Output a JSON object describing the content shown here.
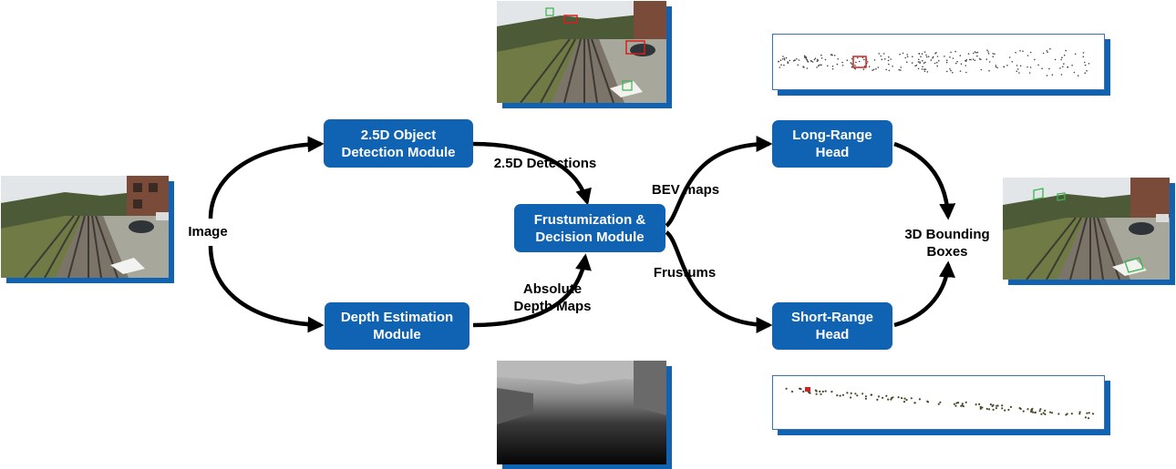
{
  "modules": {
    "object_detection": "2.5D Object\nDetection Module",
    "depth_estimation": "Depth Estimation\nModule",
    "frustumization": "Frustumization &\nDecision Module",
    "long_range_head": "Long-Range\nHead",
    "short_range_head": "Short-Range\nHead"
  },
  "labels": {
    "image": "Image",
    "detections": "2.5D Detections",
    "depth_maps": "Absolute\nDepth Maps",
    "bev_maps": "BEV maps",
    "frustums": "Frustums",
    "bounding_boxes": "3D Bounding\nBoxes"
  },
  "colors": {
    "module_fill": "#0f63b2",
    "shadow": "#0f63b2",
    "arrow": "#000000",
    "detection_box": "#d42020"
  },
  "images": {
    "input": "railway-scene-photo",
    "detection_output": "railway-scene-with-2d-detections",
    "depth_output": "grayscale-depth-map",
    "bev_pointcloud": "bev-point-cloud",
    "frustum_pointcloud": "frustum-point-cloud",
    "final_output": "railway-scene-with-3d-boxes"
  }
}
